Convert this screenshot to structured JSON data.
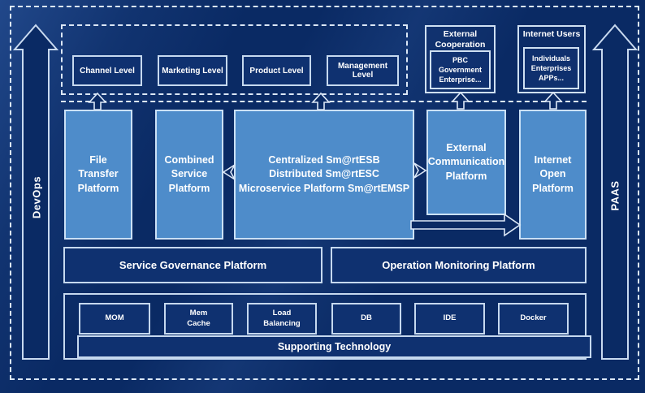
{
  "rails": {
    "devops": "DevOps",
    "paas": "PAAS"
  },
  "top_band": {
    "levels": [
      {
        "label": "Channel Level"
      },
      {
        "label": "Marketing Level"
      },
      {
        "label": "Product Level"
      },
      {
        "label": "Management Level"
      }
    ],
    "external_cooperation": {
      "title": "External\nCooperation",
      "members": "PBC Government\nEnterprise..."
    },
    "internet_users": {
      "title": "Internet Users",
      "members": "Individuals\nEnterprises\nAPPs..."
    }
  },
  "platforms": [
    {
      "label": "File\nTransfer\nPlatform"
    },
    {
      "label": "Combined\nService\nPlatform"
    },
    {
      "label": "Centralized Sm@rtESB\nDistributed Sm@rtESC\nMicroservice Platform Sm@rtEMSP"
    },
    {
      "label": "External\nCommunication\nPlatform"
    },
    {
      "label": "Internet\nOpen\nPlatform"
    }
  ],
  "management_row": [
    {
      "label": "Service Governance Platform"
    },
    {
      "label": "Operation Monitoring Platform"
    }
  ],
  "technology": {
    "items": [
      {
        "label": "MOM"
      },
      {
        "label": "Mem\nCache"
      },
      {
        "label": "Load\nBalancing"
      },
      {
        "label": "DB"
      },
      {
        "label": "IDE"
      },
      {
        "label": "Docker"
      }
    ],
    "footer": "Supporting Technology"
  },
  "colors": {
    "background": "#0a2a64",
    "panel_fill": "#0f3170",
    "platform_fill": "#4e8cca",
    "border_light": "#cfe0f2",
    "text": "#ffffff"
  }
}
